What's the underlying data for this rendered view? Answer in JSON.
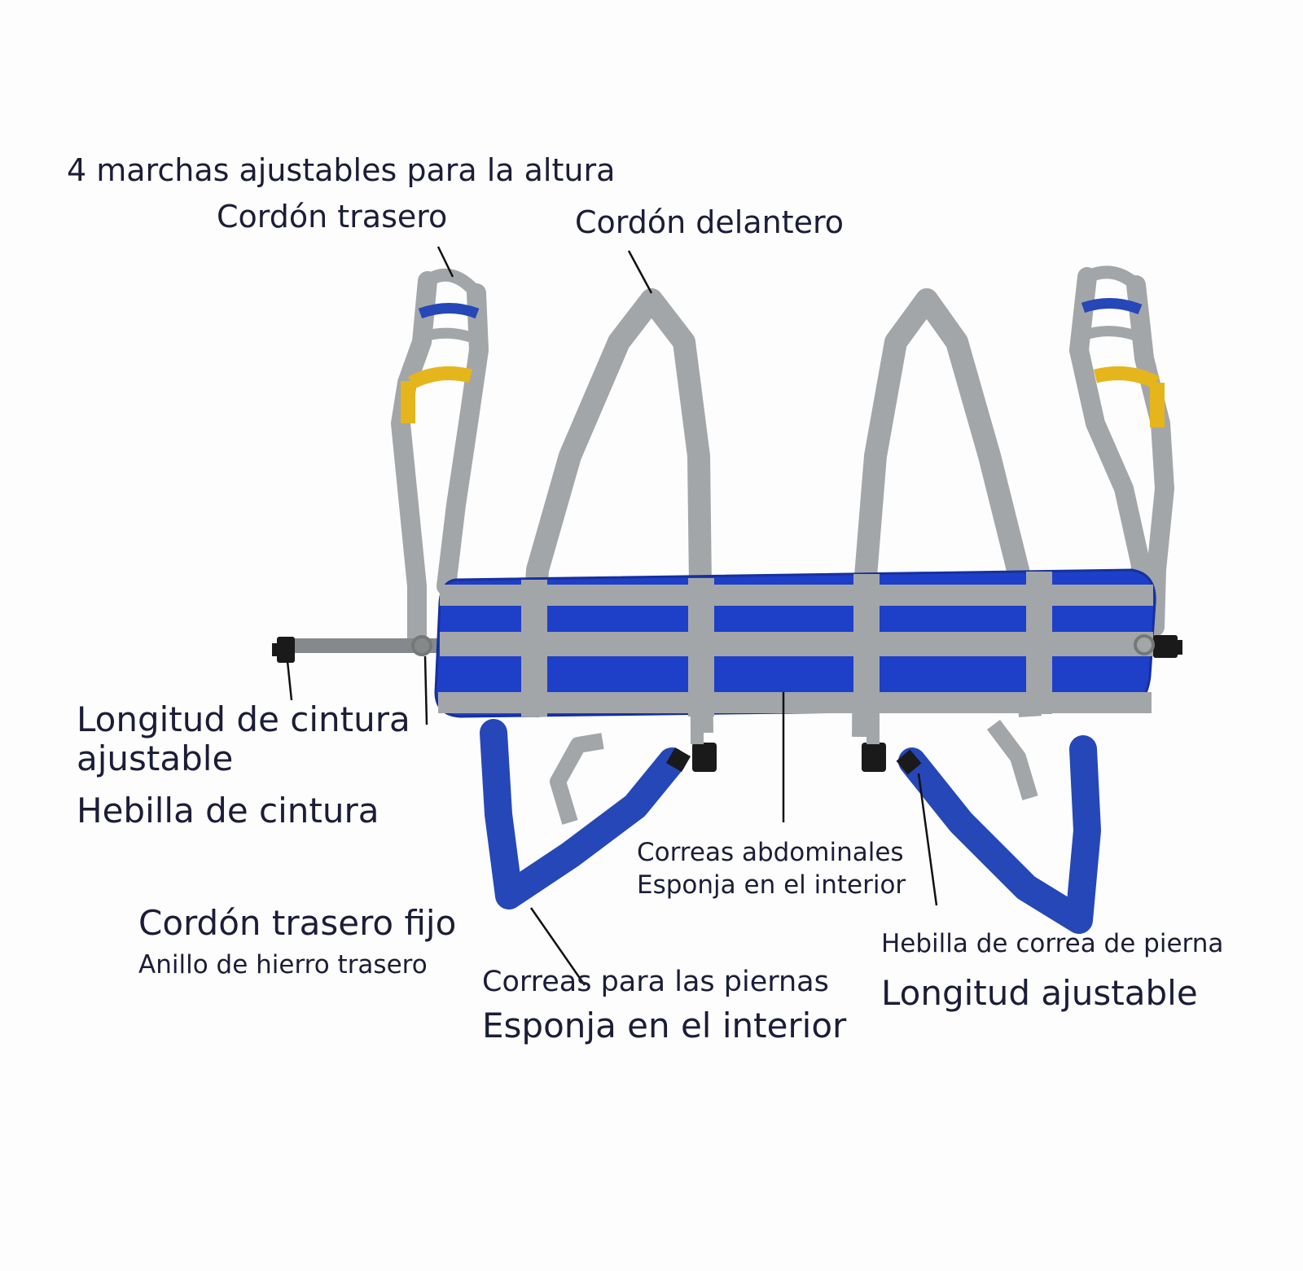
{
  "labels": {
    "height_gears": "4 marchas ajustables para la altura",
    "rear_cord": "Cordón trasero",
    "front_cord": "Cordón delantero",
    "waist_length_1": "Longitud de cintura",
    "waist_length_2": "ajustable",
    "waist_buckle": "Hebilla de cintura",
    "fixed_rear_cord": "Cordón trasero fijo",
    "rear_iron_ring": "Anillo de hierro trasero",
    "abdominal_straps": "Correas abdominales",
    "abdominal_sponge": "Esponja en el interior",
    "leg_straps": "Correas para las piernas",
    "leg_sponge": "Esponja en el interior",
    "leg_buckle": "Hebilla de correa de pierna",
    "adjustable_length": "Longitud ajustable"
  },
  "colors": {
    "strap_gray": "#a3a6a8",
    "strap_gray_dark": "#85898c",
    "pad_blue": "#1e3fc8",
    "pad_blue_dark": "#16309f",
    "loop_blue": "#2547b8",
    "loop_yellow": "#e5b51c",
    "buckle_black": "#1a1a1a",
    "text": "#1b1d38"
  }
}
